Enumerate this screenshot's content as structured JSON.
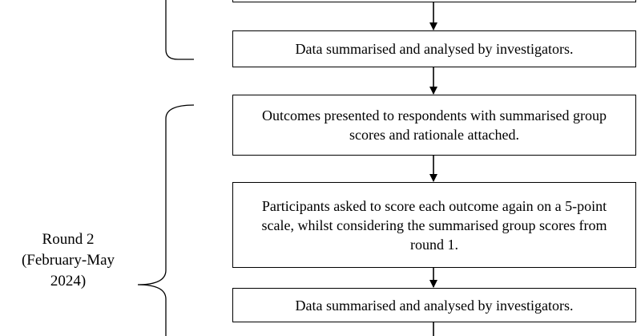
{
  "flow": {
    "steps": [
      {
        "text": ""
      },
      {
        "text": "Data summarised and analysed by investigators."
      },
      {
        "text": "Outcomes presented to respondents with summarised group scores and rationale attached."
      },
      {
        "text": "Participants asked to score each outcome again on a 5-point scale, whilst considering the summarised group scores from round 1."
      },
      {
        "text": "Data summarised and analysed by investigators."
      }
    ]
  },
  "rounds": [
    {
      "label_line1": "Round 2",
      "label_line2": "(February-May",
      "label_line3": "2024)"
    }
  ],
  "colors": {
    "line": "#000000",
    "background": "#ffffff"
  }
}
